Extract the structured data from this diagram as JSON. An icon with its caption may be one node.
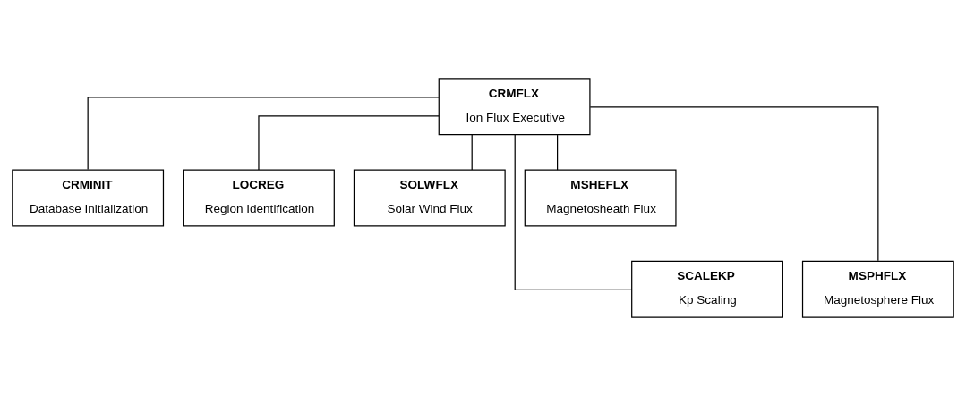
{
  "diagram": {
    "nodes": [
      {
        "text": [
          "CRMFLX",
          "Ion Flux Executive"
        ]
      },
      {
        "text": [
          "CRMINIT",
          "Database Initialization"
        ]
      },
      {
        "text": [
          "LOCREG",
          "Region Identification"
        ]
      },
      {
        "text": [
          "SOLWFLX",
          "Solar Wind Flux"
        ]
      },
      {
        "text": [
          "MSHEFLX",
          "Magnetosheath Flux"
        ]
      },
      {
        "text": [
          "SCALEKP",
          "Kp Scaling"
        ]
      },
      {
        "text": [
          "MSPHFLX",
          "Magnetosphere Flux"
        ]
      }
    ],
    "edges": [
      {
        "from": 0,
        "to": 1,
        "arrow": "none"
      },
      {
        "from": 0,
        "to": 2,
        "arrow": "none"
      },
      {
        "from": 0,
        "to": 3,
        "arrow": "none"
      },
      {
        "from": 0,
        "to": 4,
        "arrow": "none"
      },
      {
        "from": 0,
        "to": 5,
        "arrow": "none"
      },
      {
        "from": 0,
        "to": 6,
        "arrow": "none"
      }
    ]
  }
}
